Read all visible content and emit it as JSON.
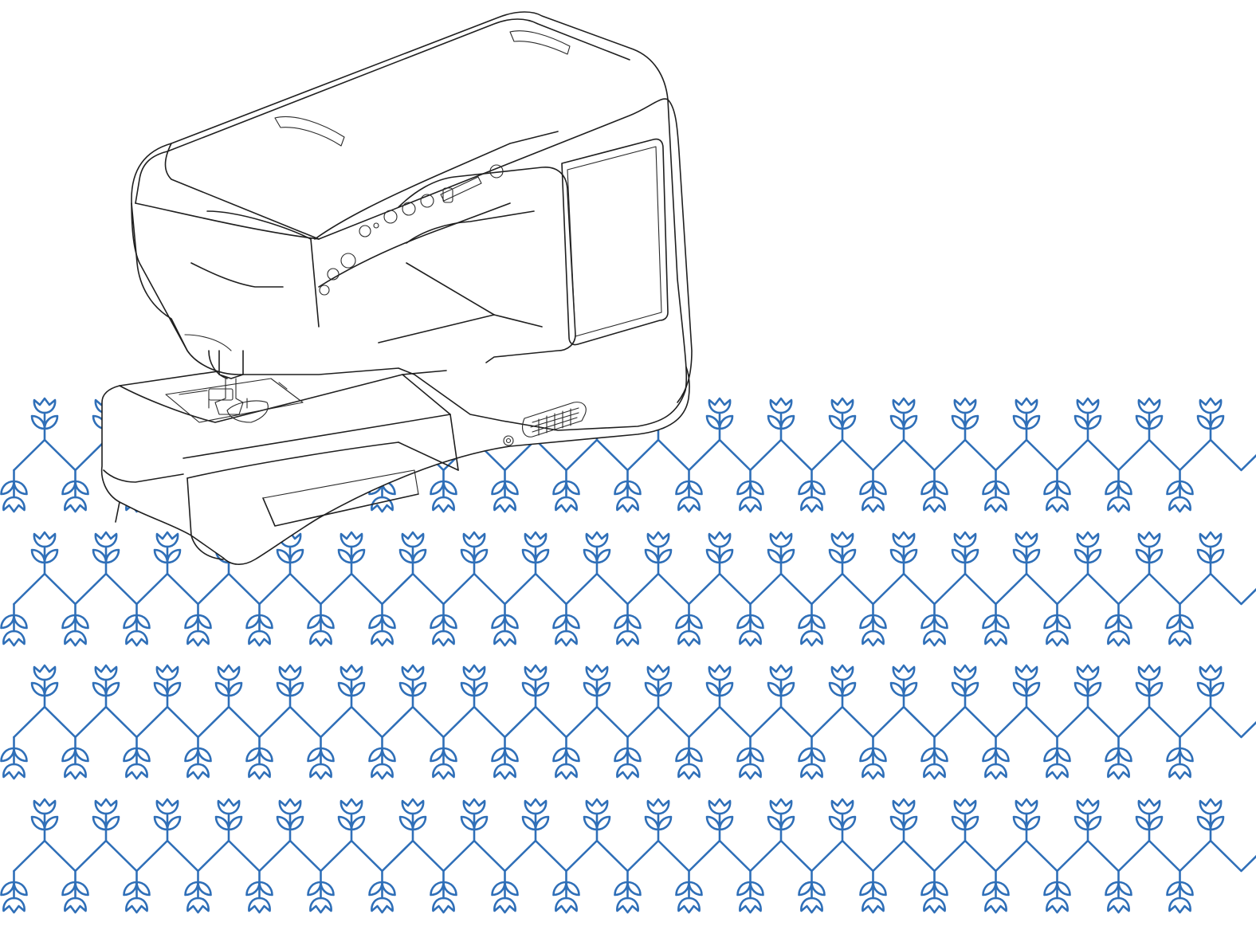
{
  "illustration": {
    "subject": "sewing-machine",
    "line_color": "#1f1f1f",
    "background": "#ffffff"
  },
  "decoration": {
    "motif": "tulip-zigzag-stitch",
    "color": "#2f6fb8",
    "rows": 4,
    "motifs_per_row": 20
  }
}
